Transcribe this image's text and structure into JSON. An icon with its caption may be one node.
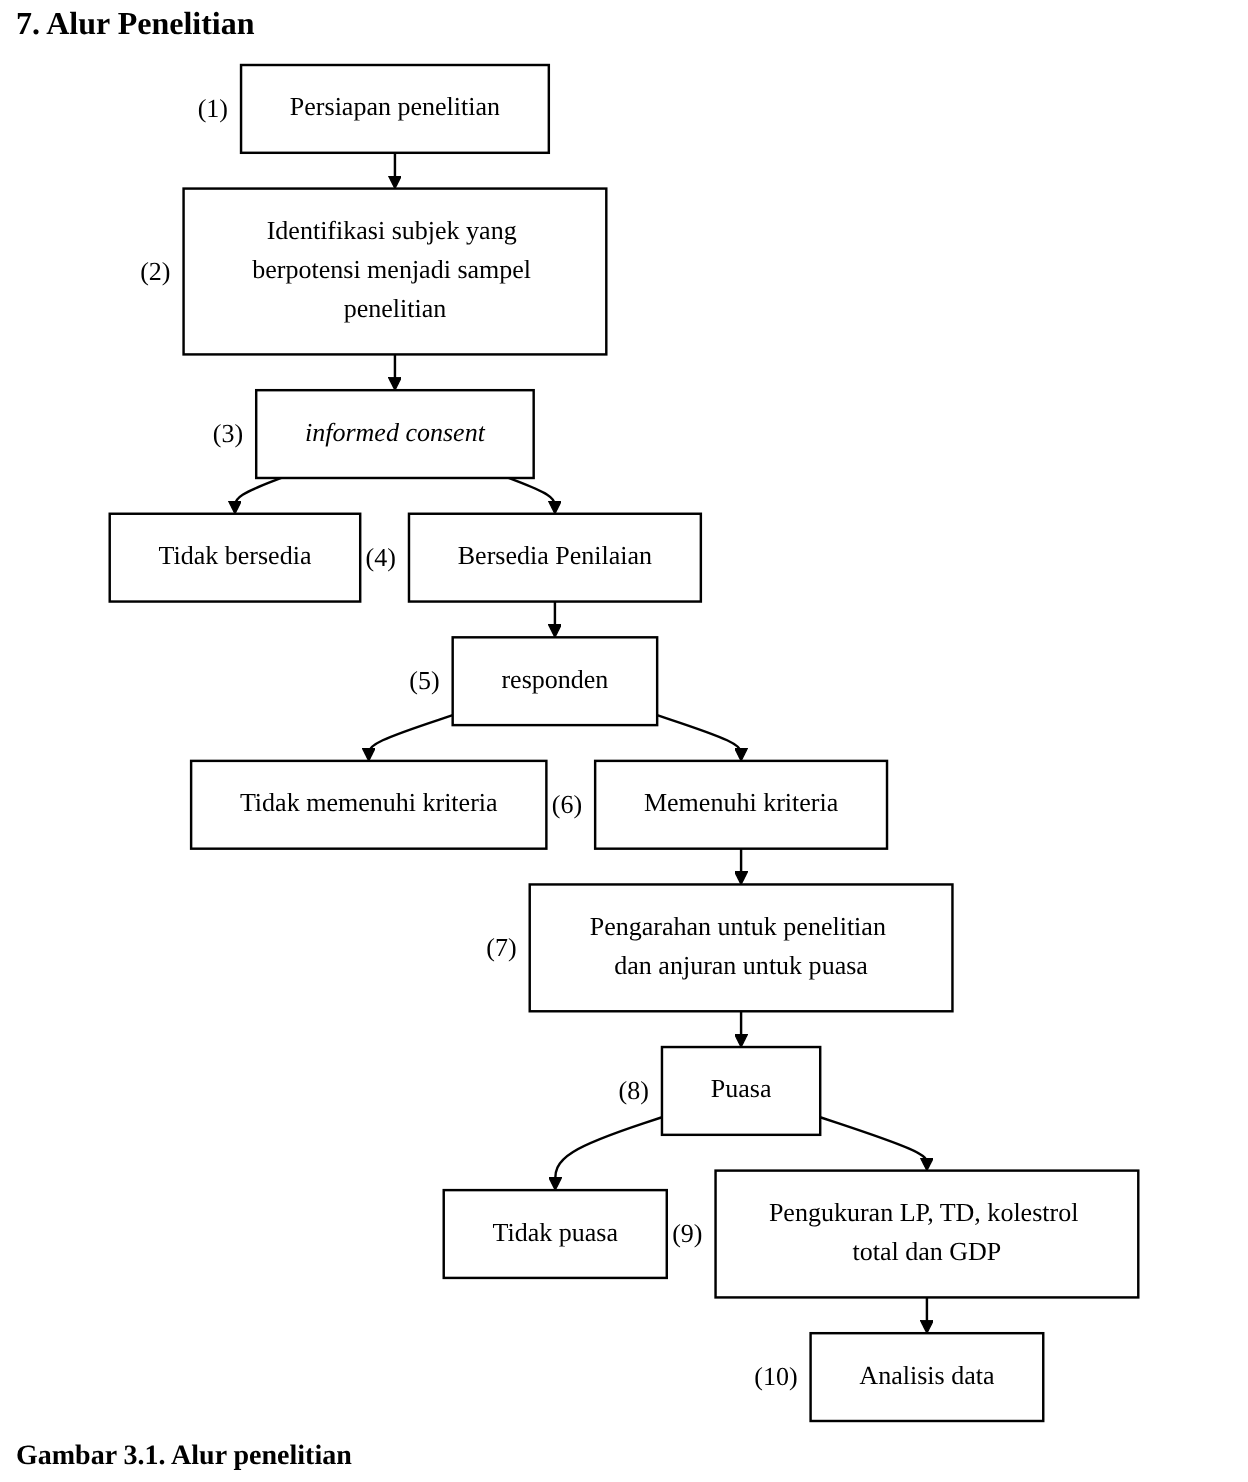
{
  "diagram": {
    "title": "7. Alur Penelitian",
    "caption": "Gambar 3.1. Alur penelitian",
    "nodes": [
      {
        "text": [
          "Persiapan penelitian"
        ],
        "beside": [
          "(1)"
        ]
      },
      {
        "text": [
          "Identifikasi subjek yang berpotensi menjadi sampel penelitian"
        ],
        "beside": [
          "(2)"
        ]
      },
      {
        "text": [
          "informed consent"
        ],
        "beside": [
          "(3)"
        ]
      },
      {
        "text": [
          "Tidak bersedia"
        ]
      },
      {
        "text": [
          "Bersedia Penilaian"
        ],
        "beside": [
          "(4)"
        ]
      },
      {
        "text": [
          "responden"
        ],
        "beside": [
          "(5)"
        ]
      },
      {
        "text": [
          "Tidak memenuhi kriteria"
        ]
      },
      {
        "text": [
          "Memenuhi kriteria"
        ],
        "beside": [
          "(6)"
        ]
      },
      {
        "text": [
          "Pengarahan untuk penelitian dan anjuran untuk puasa"
        ],
        "beside": [
          "(7)"
        ]
      },
      {
        "text": [
          "Puasa"
        ],
        "beside": [
          "(8)"
        ]
      },
      {
        "text": [
          "Tidak puasa"
        ]
      },
      {
        "text": [
          "Pengukuran LP, TD, kolestrol total dan GDP"
        ],
        "beside": [
          "(9)"
        ]
      },
      {
        "text": [
          "Analisis data"
        ],
        "beside": [
          "(10)"
        ]
      }
    ],
    "edges": [
      {
        "from": 0,
        "to": 1,
        "arrow": "to"
      },
      {
        "from": 1,
        "to": 2,
        "arrow": "to"
      },
      {
        "from": 2,
        "to": 3,
        "arrow": "to"
      },
      {
        "from": 2,
        "to": 4,
        "arrow": "to"
      },
      {
        "from": 4,
        "to": 5,
        "arrow": "to"
      },
      {
        "from": 5,
        "to": 6,
        "arrow": "to"
      },
      {
        "from": 5,
        "to": 7,
        "arrow": "to"
      },
      {
        "from": 7,
        "to": 8,
        "arrow": "to"
      },
      {
        "from": 8,
        "to": 9,
        "arrow": "to"
      },
      {
        "from": 9,
        "to": 10,
        "arrow": "to"
      },
      {
        "from": 9,
        "to": 11,
        "arrow": "to"
      },
      {
        "from": 11,
        "to": 12,
        "arrow": "to"
      }
    ]
  }
}
